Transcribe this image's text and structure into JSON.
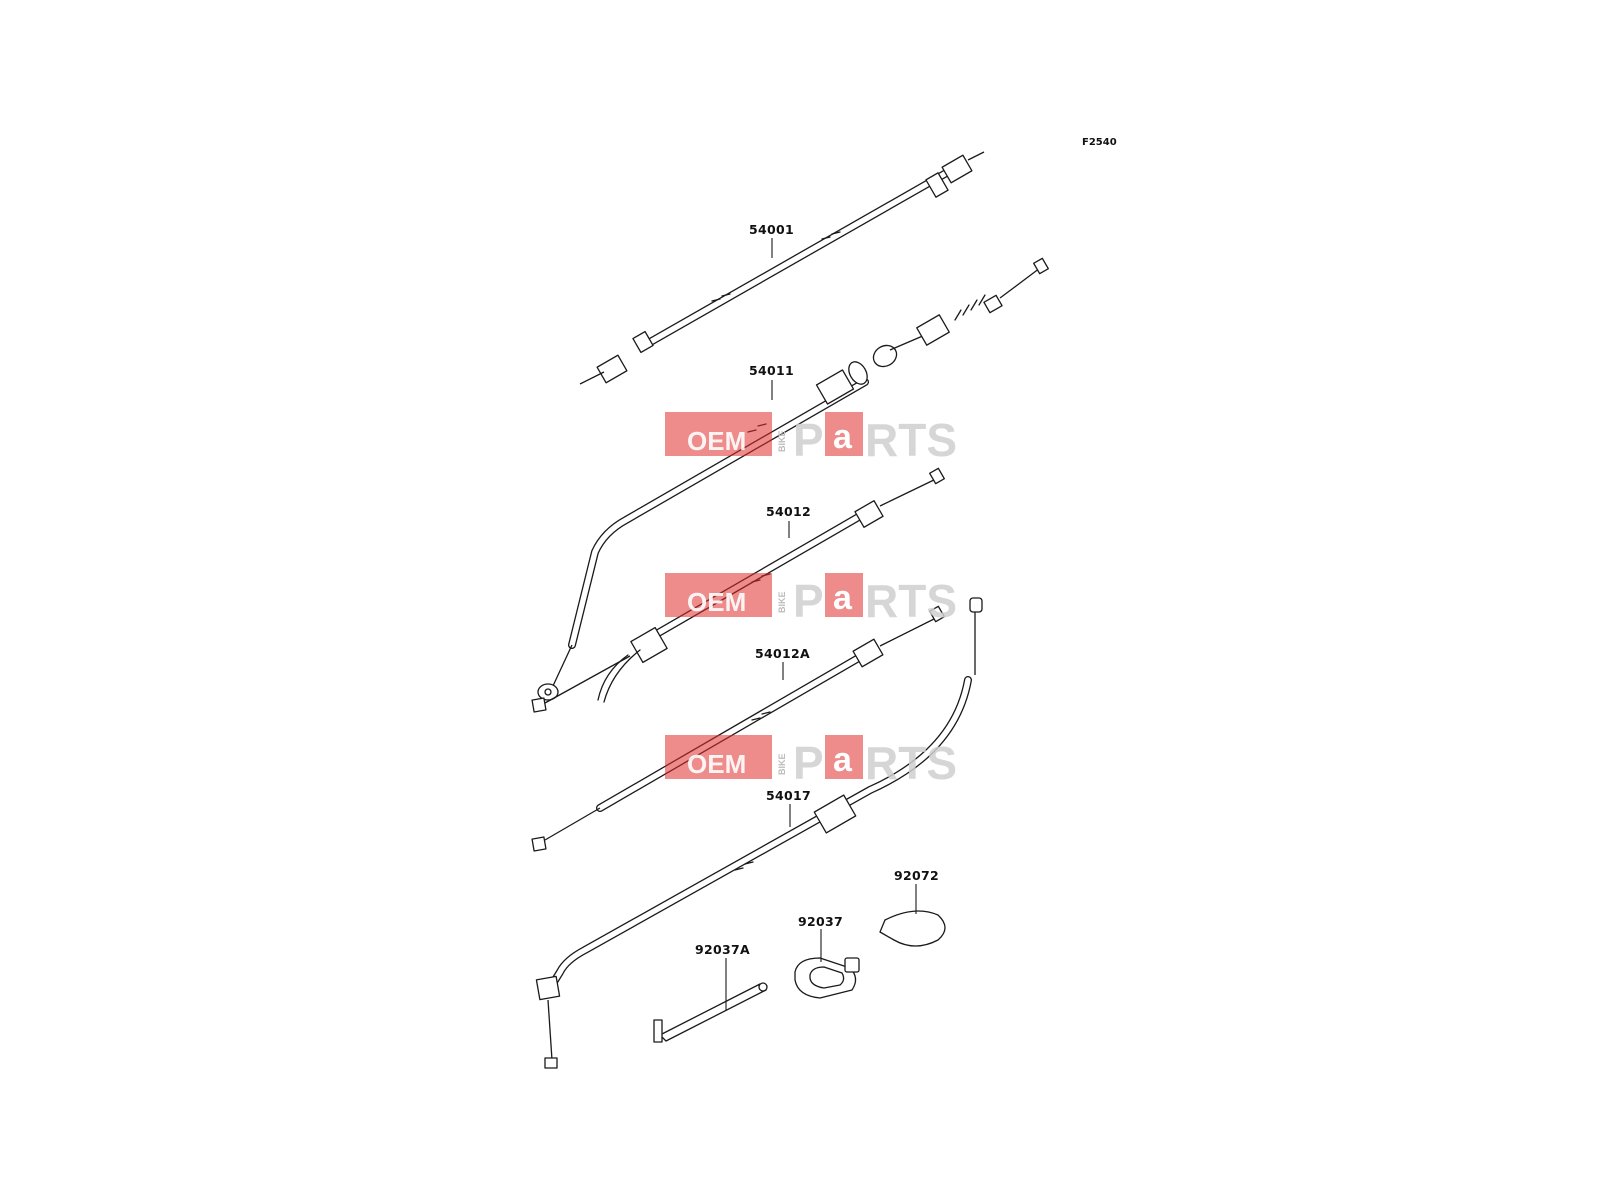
{
  "diagram": {
    "figure_code": "F2540",
    "parts": [
      {
        "id": "54001",
        "label": "54001"
      },
      {
        "id": "54011",
        "label": "54011"
      },
      {
        "id": "54012",
        "label": "54012"
      },
      {
        "id": "54012A",
        "label": "54012A"
      },
      {
        "id": "54017",
        "label": "54017"
      },
      {
        "id": "92072",
        "label": "92072"
      },
      {
        "id": "92037",
        "label": "92037"
      },
      {
        "id": "92037A",
        "label": "92037A"
      }
    ],
    "watermark": {
      "oem": "OEM",
      "bike": "BIKE",
      "p": "P",
      "a": "a",
      "rts": "RTS",
      "color": "#e02c2c"
    }
  }
}
